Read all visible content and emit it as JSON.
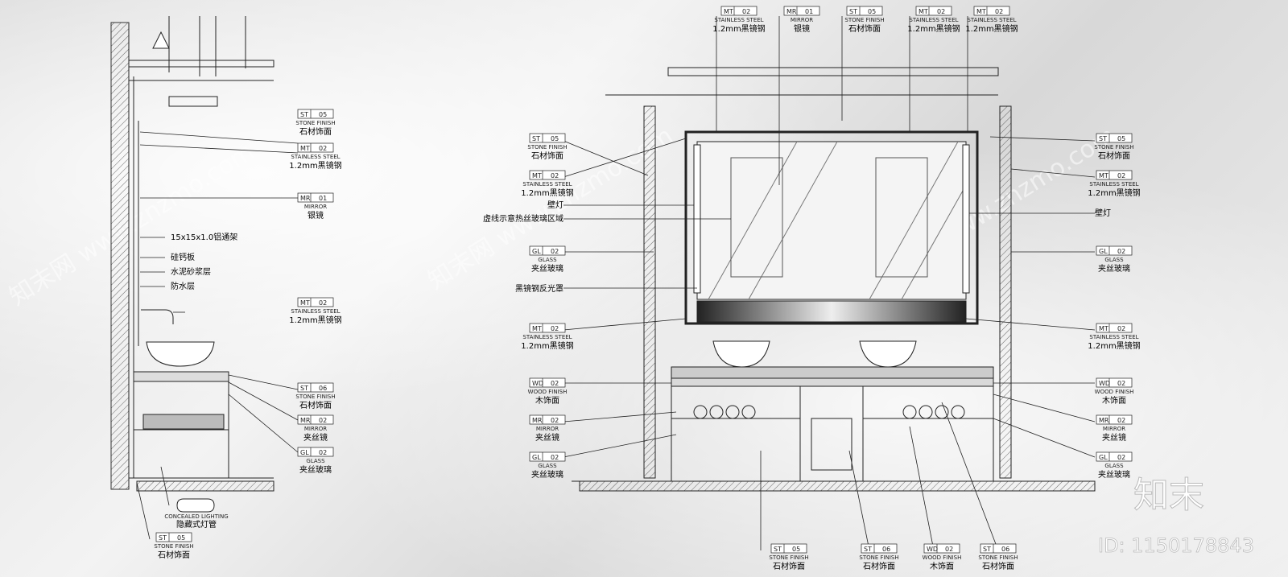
{
  "left_tags": [
    {
      "code": "ST",
      "num": "05",
      "en": "STONE FINISH",
      "cn": "石材饰面"
    },
    {
      "code": "MT",
      "num": "02",
      "en": "STAINLESS STEEL",
      "cn": "1.2mm黑镜钢"
    },
    {
      "code": "MR",
      "num": "01",
      "en": "MIRROR",
      "cn": "银镜"
    },
    {
      "code": "MT",
      "num": "02",
      "en": "STAINLESS STEEL",
      "cn": "1.2mm黑镜钢"
    },
    {
      "code": "ST",
      "num": "06",
      "en": "STONE FINISH",
      "cn": "石材饰面"
    },
    {
      "code": "MR",
      "num": "02",
      "en": "MIRROR",
      "cn": "夹丝镜"
    },
    {
      "code": "GL",
      "num": "02",
      "en": "GLASS",
      "cn": "夹丝玻璃"
    }
  ],
  "left_notes": [
    "15x15x1.0铝通架",
    "硅钙板",
    "水泥砂浆层",
    "防水层"
  ],
  "left_bottom": {
    "en": "CONCEALED LIGHTING",
    "cn": "隐藏式灯管",
    "code": "ST",
    "num": "05",
    "en2": "STONE FINISH",
    "cn2": "石材饰面"
  },
  "top_tags": [
    {
      "code": "MT",
      "num": "02",
      "en": "STAINLESS STEEL",
      "cn": "1.2mm黑镜钢"
    },
    {
      "code": "MR",
      "num": "01",
      "en": "MIRROR",
      "cn": "银镜"
    },
    {
      "code": "ST",
      "num": "05",
      "en": "STONE FINISH",
      "cn": "石材饰面"
    },
    {
      "code": "MT",
      "num": "02",
      "en": "STAINLESS STEEL",
      "cn": "1.2mm黑镜钢"
    },
    {
      "code": "MT",
      "num": "02",
      "en": "STAINLESS STEEL",
      "cn": "1.2mm黑镜钢"
    }
  ],
  "mid_left_tags": [
    {
      "code": "ST",
      "num": "05",
      "en": "STONE FINISH",
      "cn": "石材饰面"
    },
    {
      "code": "MT",
      "num": "02",
      "en": "STAINLESS STEEL",
      "cn": "1.2mm黑镜钢"
    },
    {
      "code": "GL",
      "num": "02",
      "en": "GLASS",
      "cn": "夹丝玻璃"
    },
    {
      "code": "MT",
      "num": "02",
      "en": "STAINLESS STEEL",
      "cn": "1.2mm黑镜钢"
    },
    {
      "code": "WD",
      "num": "02",
      "en": "WOOD FINISH",
      "cn": "木饰面"
    },
    {
      "code": "MR",
      "num": "02",
      "en": "MIRROR",
      "cn": "夹丝镜"
    },
    {
      "code": "GL",
      "num": "02",
      "en": "GLASS",
      "cn": "夹丝玻璃"
    }
  ],
  "mid_left_notes": [
    "壁灯",
    "虚线示意热丝玻璃区域",
    "黑镜钢反光罩"
  ],
  "right_tags": [
    {
      "code": "ST",
      "num": "05",
      "en": "STONE FINISH",
      "cn": "石材饰面"
    },
    {
      "code": "MT",
      "num": "02",
      "en": "STAINLESS STEEL",
      "cn": "1.2mm黑镜钢"
    },
    {
      "code": "GL",
      "num": "02",
      "en": "GLASS",
      "cn": "夹丝玻璃"
    },
    {
      "code": "MT",
      "num": "02",
      "en": "STAINLESS STEEL",
      "cn": "1.2mm黑镜钢"
    },
    {
      "code": "WD",
      "num": "02",
      "en": "WOOD FINISH",
      "cn": "木饰面"
    },
    {
      "code": "MR",
      "num": "02",
      "en": "MIRROR",
      "cn": "夹丝镜"
    },
    {
      "code": "GL",
      "num": "02",
      "en": "GLASS",
      "cn": "夹丝玻璃"
    }
  ],
  "right_note": "壁灯",
  "bottom_tags": [
    {
      "code": "ST",
      "num": "05",
      "en": "STONE FINISH",
      "cn": "石材饰面"
    },
    {
      "code": "ST",
      "num": "06",
      "en": "STONE FINISH",
      "cn": "石材饰面"
    },
    {
      "code": "WD",
      "num": "02",
      "en": "WOOD FINISH",
      "cn": "木饰面"
    },
    {
      "code": "ST",
      "num": "06",
      "en": "STONE FINISH",
      "cn": "石材饰面"
    }
  ],
  "watermark": "知末网 www.znzmo.com",
  "brand": "知末",
  "id_label": "ID: 1150178843"
}
